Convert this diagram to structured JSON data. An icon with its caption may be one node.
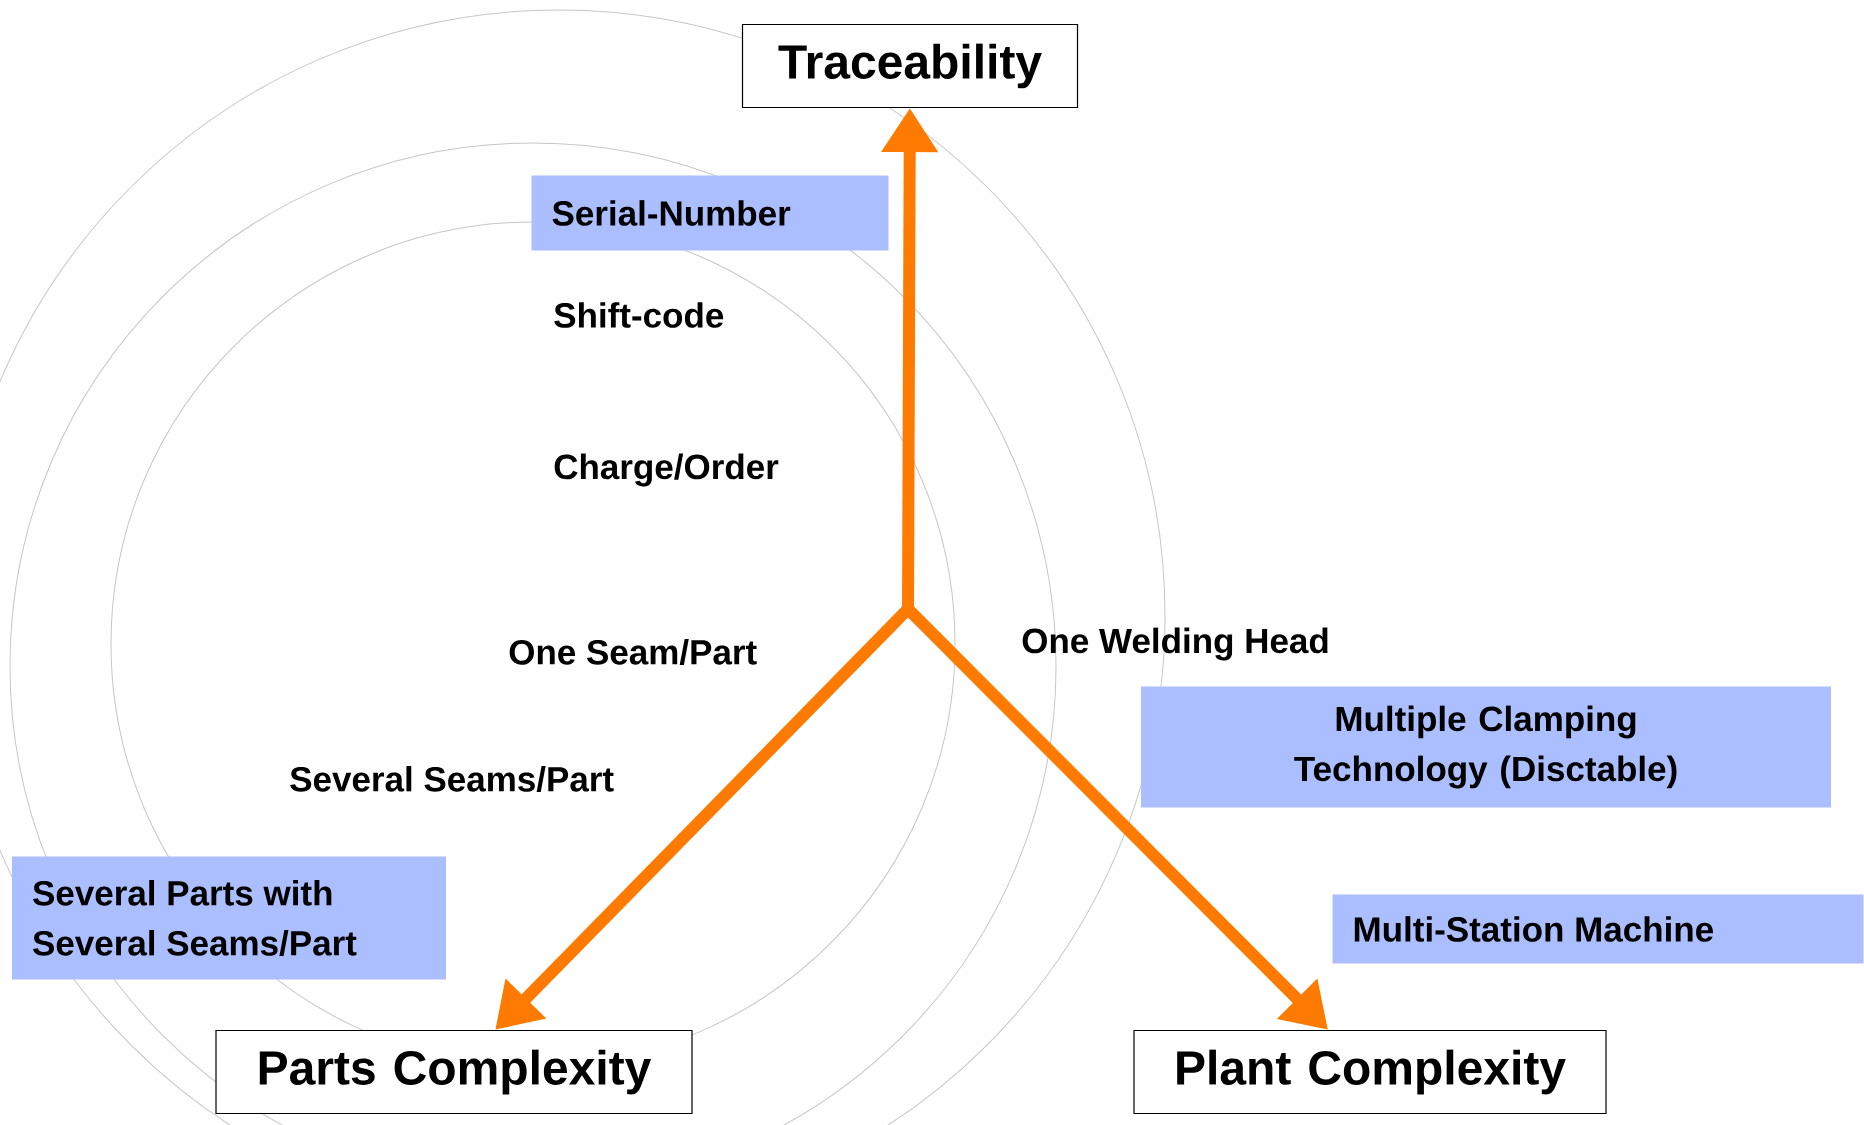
{
  "diagram": {
    "nodes": [
      {
        "text": [
          "Traceability"
        ]
      },
      {
        "text": [
          "Parts Complexity"
        ]
      },
      {
        "text": [
          "Plant Complexity"
        ]
      },
      {
        "text": [
          "Serial-Number"
        ]
      },
      {
        "text": [
          "Multiple Clamping Technology (Disctable)"
        ]
      },
      {
        "text": [
          "Multi-Station Machine"
        ]
      },
      {
        "text": [
          "Several Parts with Several Seams/Part"
        ]
      }
    ],
    "edges": [
      {
        "from": null,
        "to": 0,
        "arrow": "to"
      },
      {
        "from": null,
        "to": 1,
        "arrow": "to"
      },
      {
        "from": null,
        "to": 2,
        "arrow": "to"
      }
    ],
    "labels": [
      "Shift-code",
      "Charge/Order",
      "One Seam/Part",
      "One Welding Head",
      "Several Seams/Part"
    ]
  }
}
